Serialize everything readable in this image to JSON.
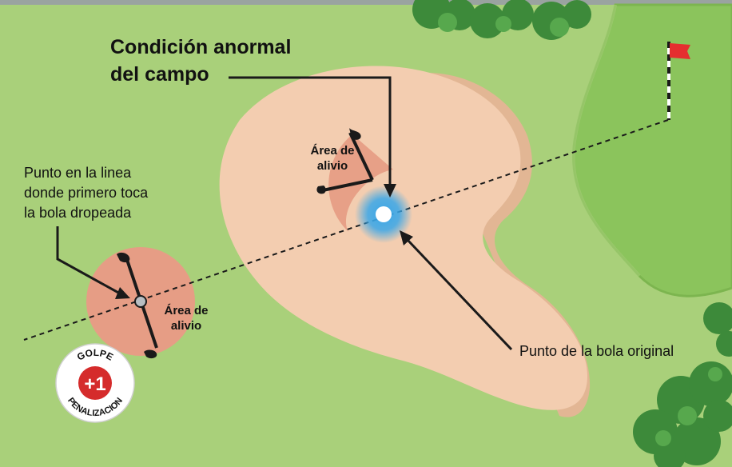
{
  "title": {
    "line1": "Condición anormal",
    "line2": "del campo"
  },
  "drop_point_label": {
    "line1": "Punto en la linea",
    "line2": "donde primero toca",
    "line3": "la bola dropeada"
  },
  "original_ball_label": "Punto de la bola original",
  "relief_area_top": {
    "line1": "Área de",
    "line2": "alivio"
  },
  "relief_area_left": {
    "line1": "Área de",
    "line2": "alivio"
  },
  "penalty_badge": {
    "top": "GOLPE",
    "value": "+1",
    "bottom": "PENALIZACION"
  },
  "colors": {
    "rough": "#a9d07a",
    "green": "#8bc45c",
    "bunker_sand": "#f3cdb0",
    "bunker_shadow": "#e2b694",
    "relief_zone": "#e69d85",
    "flag": "#e52f2f",
    "ball_glow": "#3aa7e8",
    "badge_red": "#d52b2b",
    "trees": "#3d8a3a"
  }
}
